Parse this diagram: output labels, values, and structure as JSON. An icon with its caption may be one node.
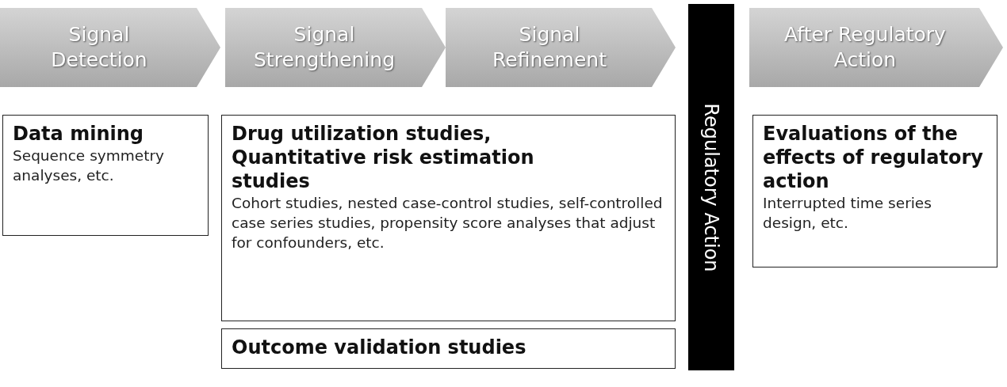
{
  "diagram": {
    "nodes": [
      {
        "text": [
          "Signal Detection"
        ]
      },
      {
        "text": [
          "Signal Strengthening"
        ]
      },
      {
        "text": [
          "Signal Refinement"
        ]
      },
      {
        "text": [
          "Regulatory Action"
        ]
      },
      {
        "text": [
          "After Regulatory Action"
        ]
      },
      {
        "text": [
          "Data mining",
          "Sequence symmetry analyses, etc."
        ]
      },
      {
        "text": [
          "Drug utilization studies, Quantitative risk estimation studies",
          "Cohort studies, nested case-control studies, self-controlled case series studies, propensity score analyses that adjust for confounders, etc."
        ]
      },
      {
        "text": [
          "Outcome validation studies"
        ]
      },
      {
        "text": [
          "Evaluations of the effects of regulatory action",
          "Interrupted time series design, etc."
        ]
      }
    ]
  }
}
